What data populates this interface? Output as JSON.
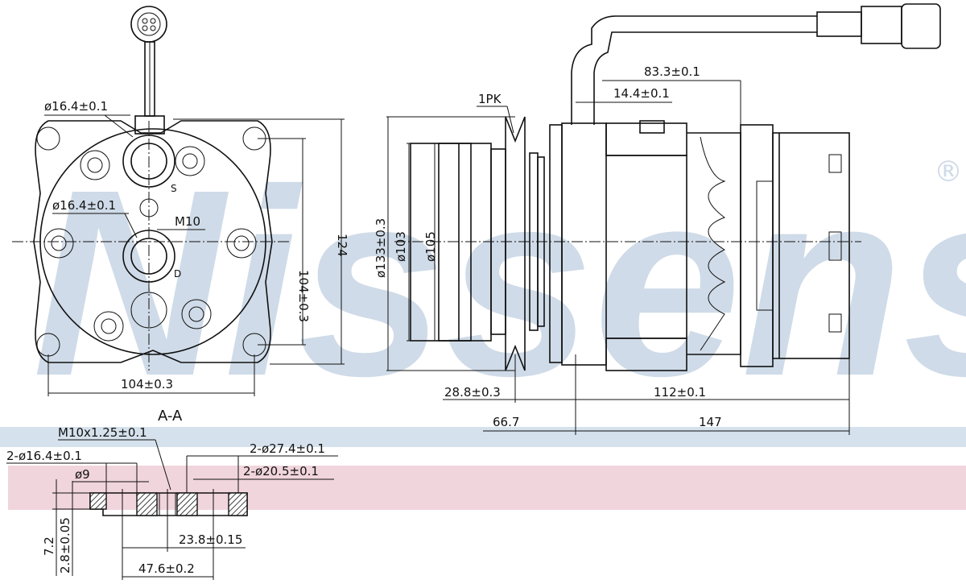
{
  "brand": {
    "watermark": "Nissens",
    "registered": "®"
  },
  "colors": {
    "watermark": "#cfdbe8",
    "band_blue": "#d5e1ec",
    "band_pink": "#f1d5dc",
    "line": "#111111"
  },
  "front_view": {
    "port_s_dia": "ø16.4±0.1",
    "port_d_dia": "ø16.4±0.1",
    "thread": "M10",
    "port_s_label": "S",
    "port_d_label": "D",
    "height_inner": "104±0.3",
    "height_outer": "124",
    "width": "104±0.3",
    "section_label": "A-A"
  },
  "side_view": {
    "belt": "1PK",
    "dim_83": "83.3±0.1",
    "dim_14": "14.4±0.1",
    "dia_133": "ø133±0.3",
    "dia_103": "ø103",
    "dia_105": "ø105",
    "dim_28": "28.8±0.3",
    "dim_66": "66.7",
    "dim_112": "112±0.1",
    "dim_147": "147"
  },
  "section_view": {
    "thread": "M10x1.25±0.1",
    "dia_16": "2-ø16.4±0.1",
    "dia_9": "ø9",
    "dia_27": "2-ø27.4±0.1",
    "dia_20": "2-ø20.5±0.1",
    "h_72": "7.2",
    "h_28": "2.8±0.05",
    "dim_238": "23.8±0.15",
    "dim_476": "47.6±0.2"
  }
}
